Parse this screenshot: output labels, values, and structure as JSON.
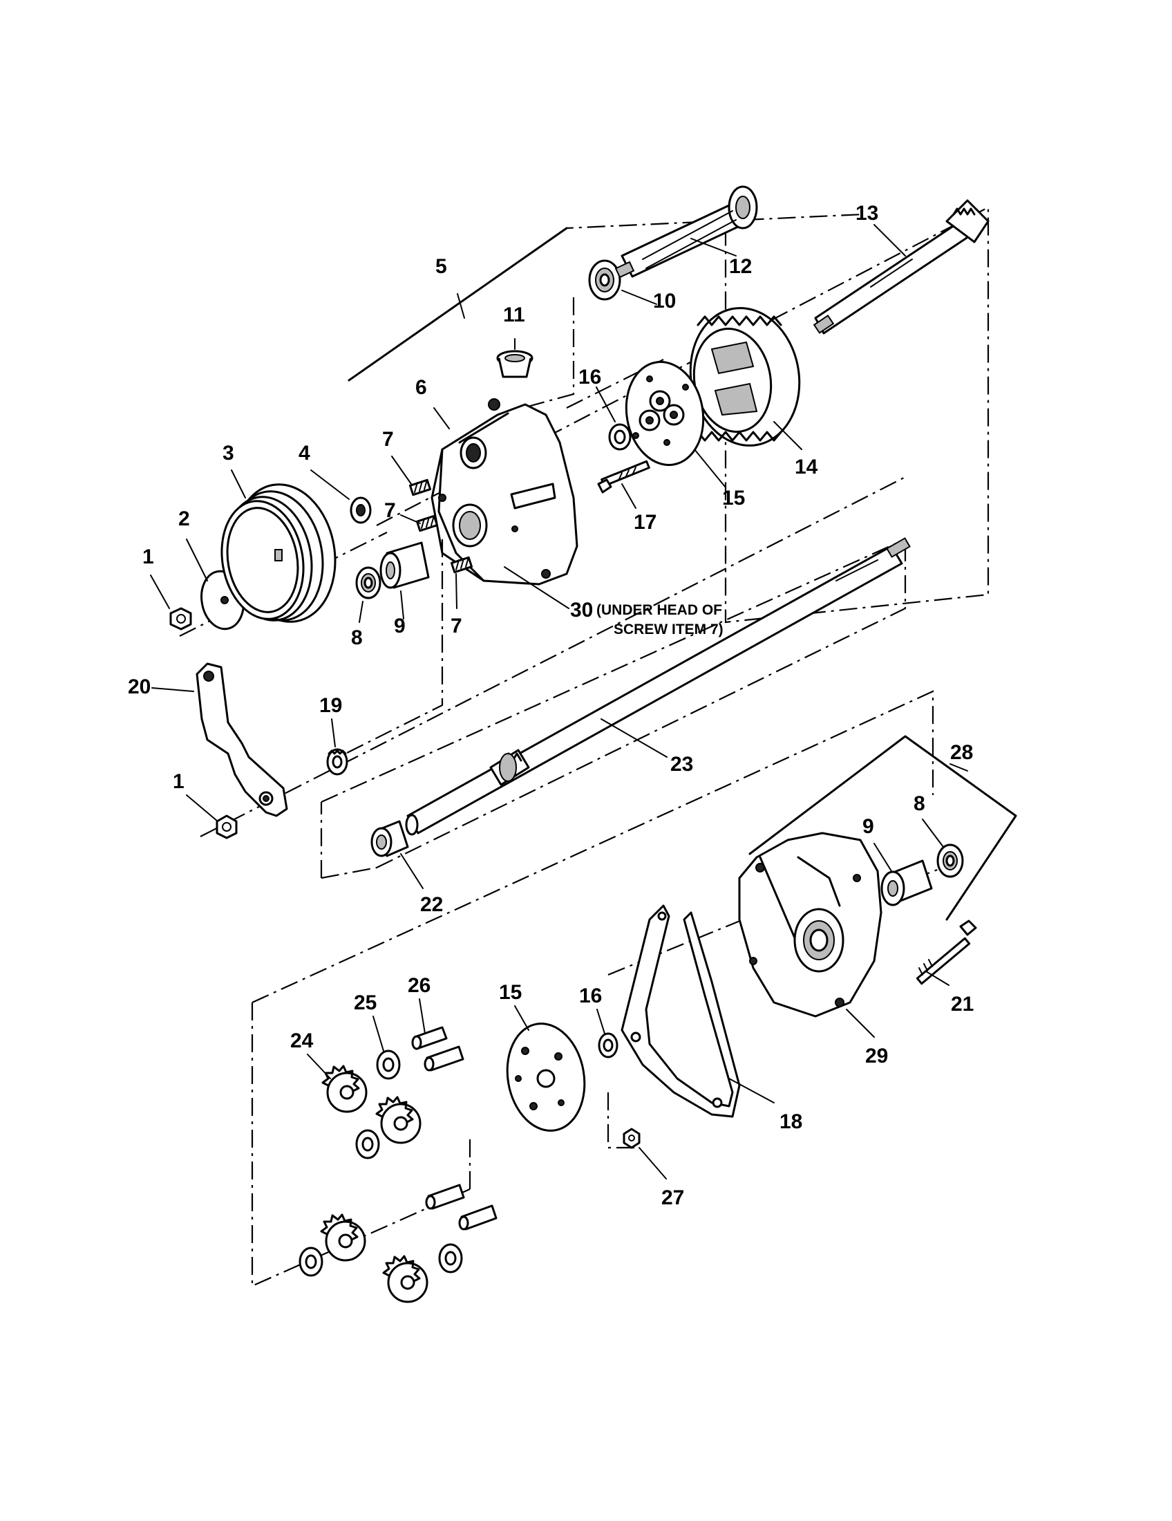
{
  "callouts": [
    {
      "label": "1"
    },
    {
      "label": "2"
    },
    {
      "label": "3"
    },
    {
      "label": "4"
    },
    {
      "label": "5"
    },
    {
      "label": "6"
    },
    {
      "label": "7"
    },
    {
      "label": "7"
    },
    {
      "label": "7"
    },
    {
      "label": "8"
    },
    {
      "label": "9"
    },
    {
      "label": "10"
    },
    {
      "label": "11"
    },
    {
      "label": "12"
    },
    {
      "label": "13"
    },
    {
      "label": "14"
    },
    {
      "label": "15"
    },
    {
      "label": "16"
    },
    {
      "label": "17"
    },
    {
      "label": "19"
    },
    {
      "label": "20"
    },
    {
      "label": "1"
    },
    {
      "label": "23"
    },
    {
      "label": "22"
    },
    {
      "label": "28"
    },
    {
      "label": "9"
    },
    {
      "label": "8"
    },
    {
      "label": "21"
    },
    {
      "label": "29"
    },
    {
      "label": "18"
    },
    {
      "label": "16"
    },
    {
      "label": "15"
    },
    {
      "label": "26"
    },
    {
      "label": "25"
    },
    {
      "label": "24"
    },
    {
      "label": "27"
    }
  ],
  "note": {
    "number": "30",
    "line1": "(UNDER HEAD OF",
    "line2": "SCREW ITEM 7)"
  },
  "colors": {
    "ink": "#000000",
    "paper": "#ffffff"
  }
}
